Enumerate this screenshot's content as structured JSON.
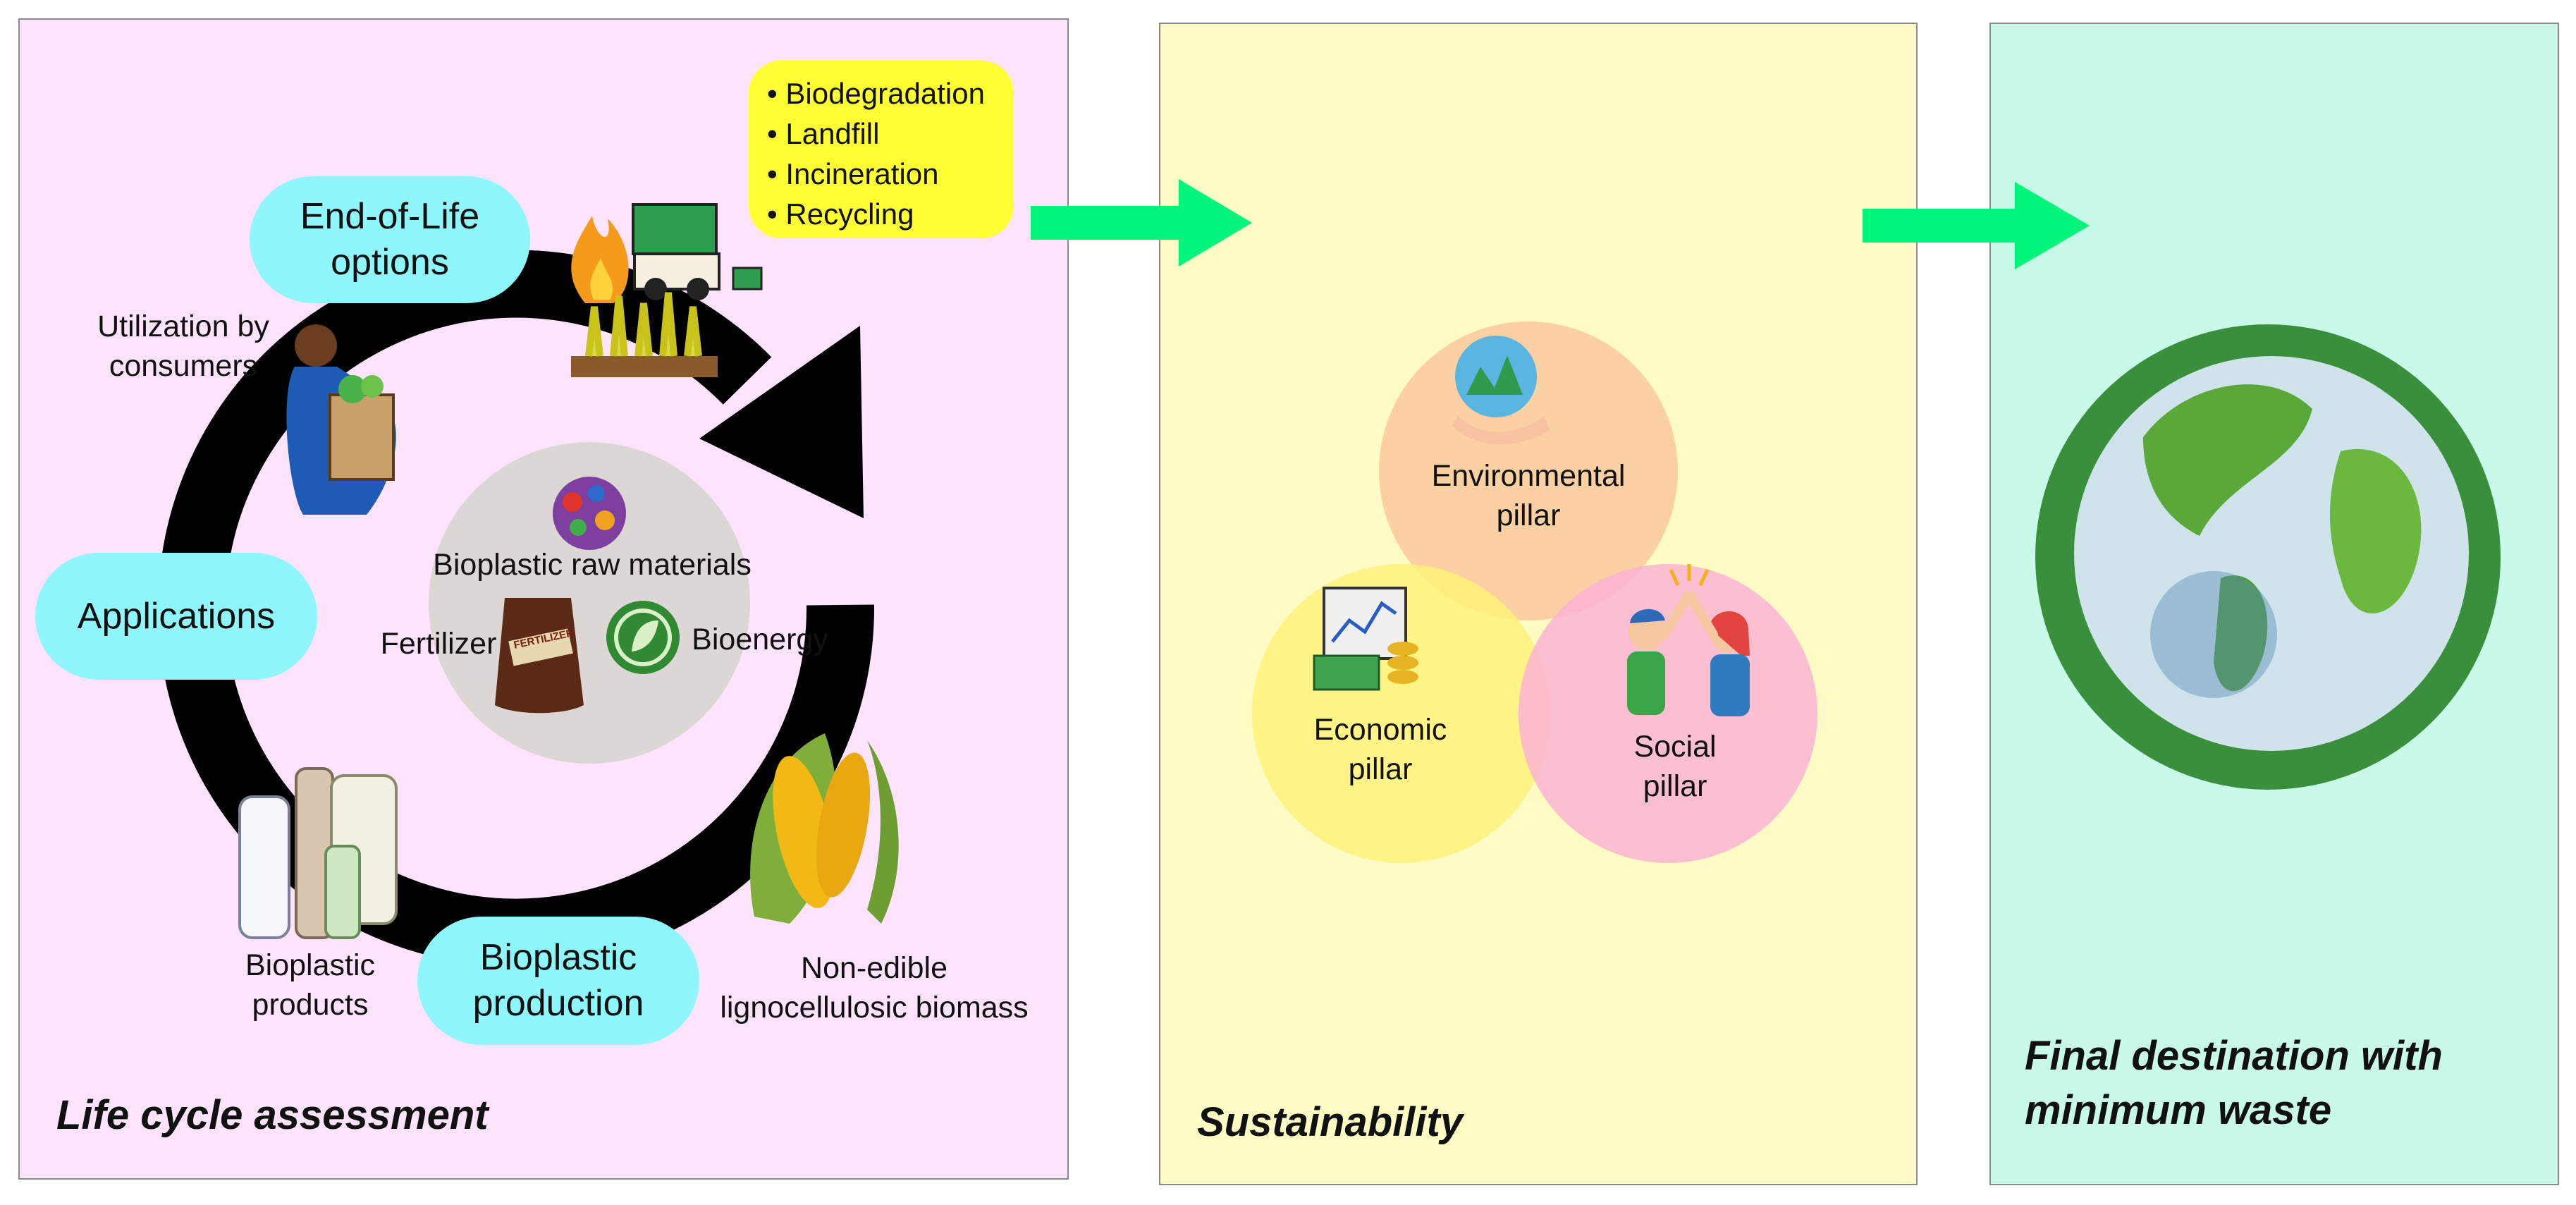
{
  "lifecycle": {
    "title": "Life cycle assessment",
    "end_of_life": "End-of-Life\noptions",
    "eol_options": [
      "• Biodegradation",
      "• Landfill",
      "• Incineration",
      "• Recycling"
    ],
    "utilization": "Utilization by\nconsumers",
    "applications": "Applications",
    "bioplastic_raw": "Bioplastic raw materials",
    "fertilizer": "Fertilizer",
    "fertilizer_sack_text": "FERTILIZER",
    "bioenergy": "Bioenergy",
    "bioplastic_products": "Bioplastic\nproducts",
    "bioplastic_production": "Bioplastic\nproduction",
    "biomass": "Non-edible\nlignocellulosic biomass"
  },
  "sustainability": {
    "title": "Sustainability",
    "environmental": "Environmental\npillar",
    "economic": "Economic\npillar",
    "social": "Social\npillar"
  },
  "destination": {
    "title": "Final destination with\nminimum waste"
  },
  "colors": {
    "panel_lifecycle": "#fde4fc",
    "panel_sustainability": "#fffbc4",
    "panel_destination": "#c9fae9",
    "pill": "#8ff6fb",
    "eol_box": "#ffff33",
    "arrow": "#00f57a",
    "cycle_arrow": "#000000",
    "center_circle": "#dcd6d4",
    "env_circle": "#fbcba0",
    "econ_circle": "#fff27a",
    "social_circle": "#fbb3d3"
  },
  "icons": [
    "fire-icon",
    "garbage-truck-icon",
    "crops-icon",
    "person-with-groceries-icon",
    "pellets-icon",
    "fertilizer-sack-icon",
    "bioenergy-icon",
    "bottles-icon",
    "corn-icon",
    "earth-in-hand-icon",
    "money-chart-icon",
    "high-five-icon",
    "green-earth-icon"
  ]
}
